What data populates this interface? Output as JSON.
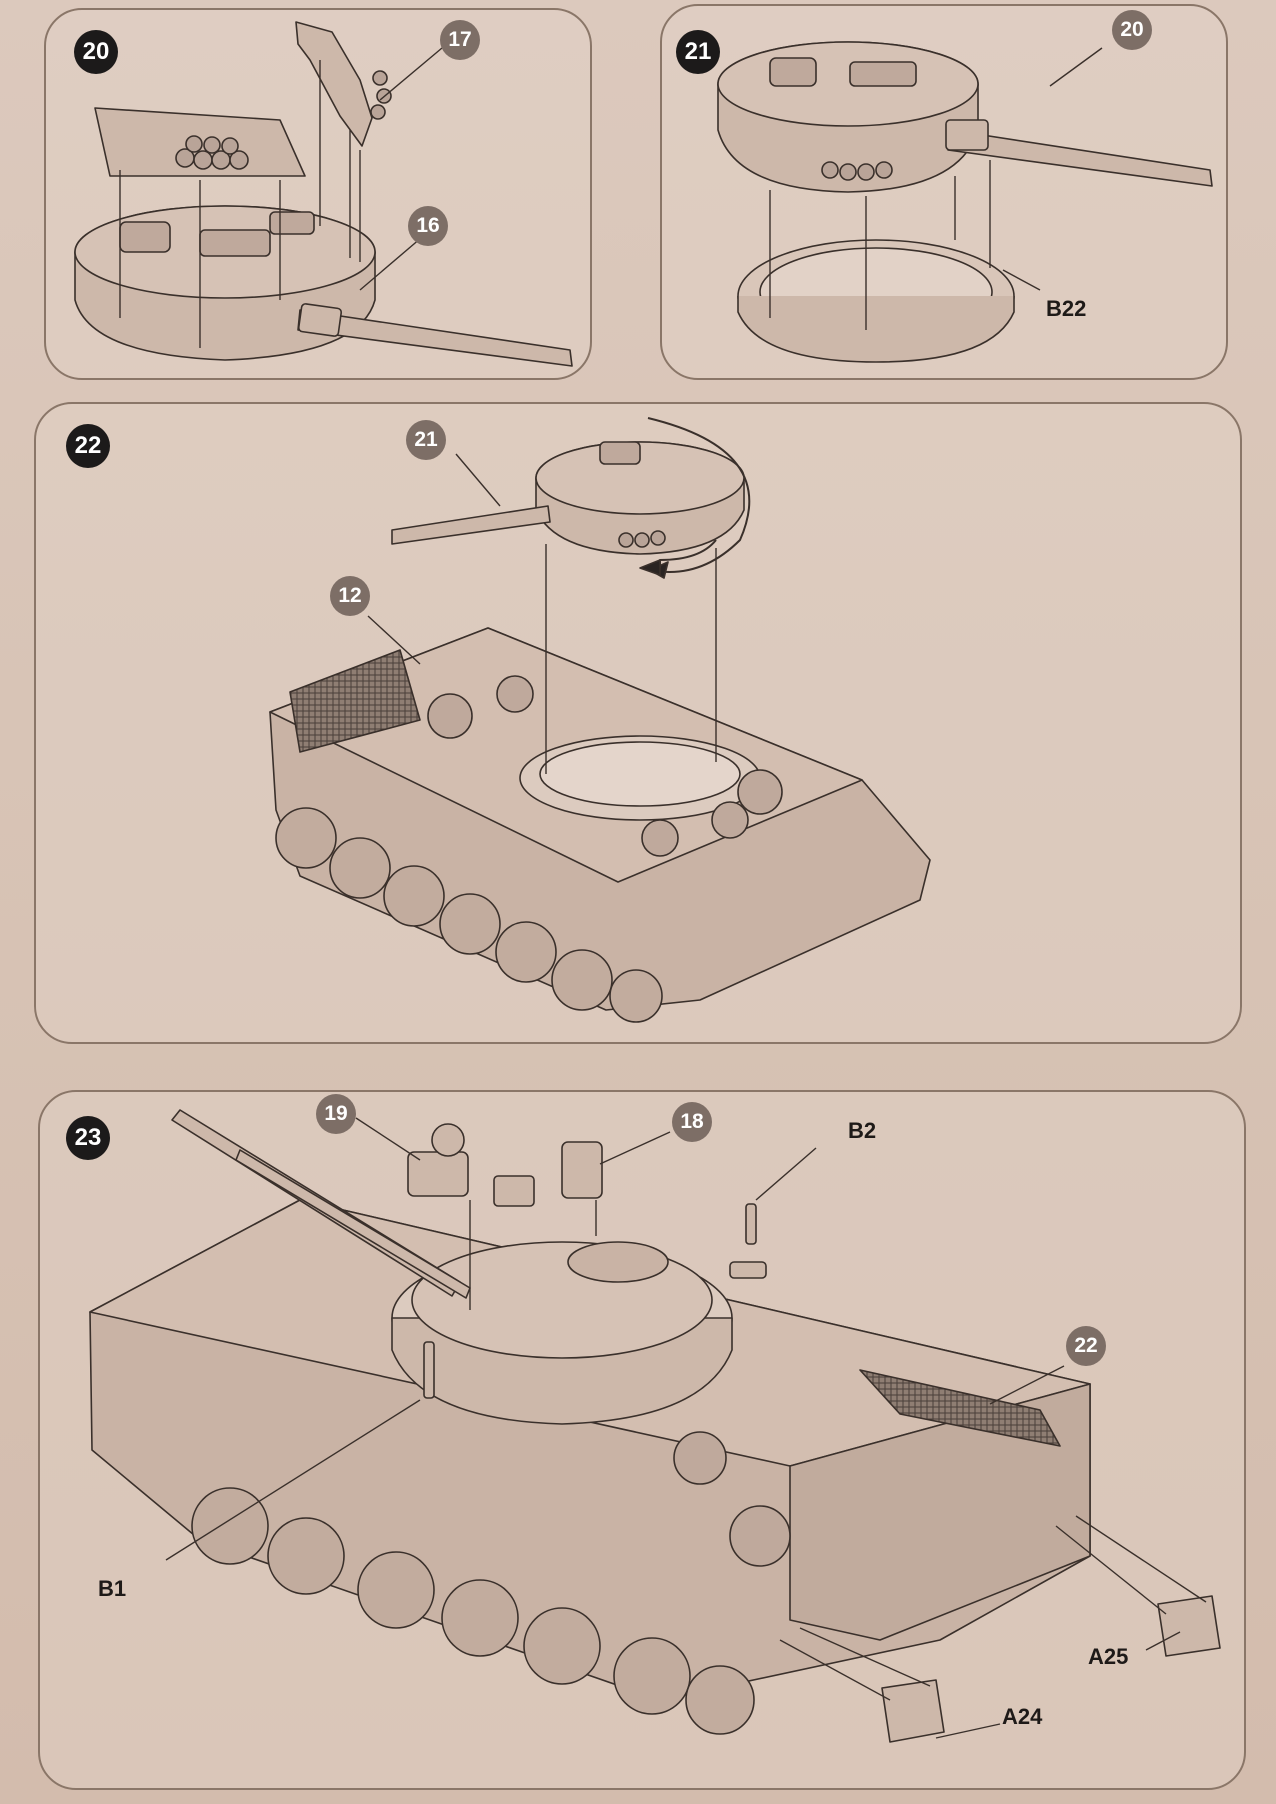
{
  "steps": [
    {
      "number": "20",
      "callouts": [
        "17",
        "16"
      ]
    },
    {
      "number": "21",
      "callouts": [
        "20"
      ],
      "part_labels": [
        "B22"
      ]
    },
    {
      "number": "22",
      "callouts": [
        "21",
        "12"
      ]
    },
    {
      "number": "23",
      "callouts": [
        "19",
        "18",
        "22"
      ],
      "part_labels": [
        "B2",
        "B1",
        "A25",
        "A24"
      ]
    }
  ],
  "icons": [
    "turret",
    "gun-barrel",
    "turret-ring",
    "armored-vehicle-hull",
    "rotation-arrow",
    "antenna",
    "mud-flap"
  ]
}
